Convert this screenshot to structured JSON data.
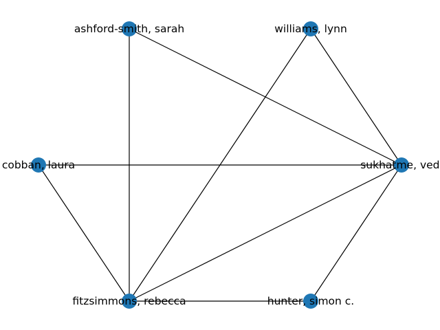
{
  "graph": {
    "node_color": "#1f77b4",
    "edge_color": "#000000",
    "nodes": [
      {
        "id": "ashford",
        "label": "ashford-smith, sarah"
      },
      {
        "id": "williams",
        "label": "williams, lynn"
      },
      {
        "id": "cobban",
        "label": "cobban, laura"
      },
      {
        "id": "sukhatme",
        "label": "sukhatme, vedi"
      },
      {
        "id": "fitzsimmons",
        "label": "fitzsimmons, rebecca"
      },
      {
        "id": "hunter",
        "label": "hunter, simon c."
      }
    ],
    "edges": [
      [
        "ashford",
        "fitzsimmons"
      ],
      [
        "ashford",
        "sukhatme"
      ],
      [
        "williams",
        "fitzsimmons"
      ],
      [
        "williams",
        "sukhatme"
      ],
      [
        "cobban",
        "sukhatme"
      ],
      [
        "cobban",
        "fitzsimmons"
      ],
      [
        "fitzsimmons",
        "sukhatme"
      ],
      [
        "fitzsimmons",
        "hunter"
      ],
      [
        "hunter",
        "sukhatme"
      ]
    ]
  }
}
